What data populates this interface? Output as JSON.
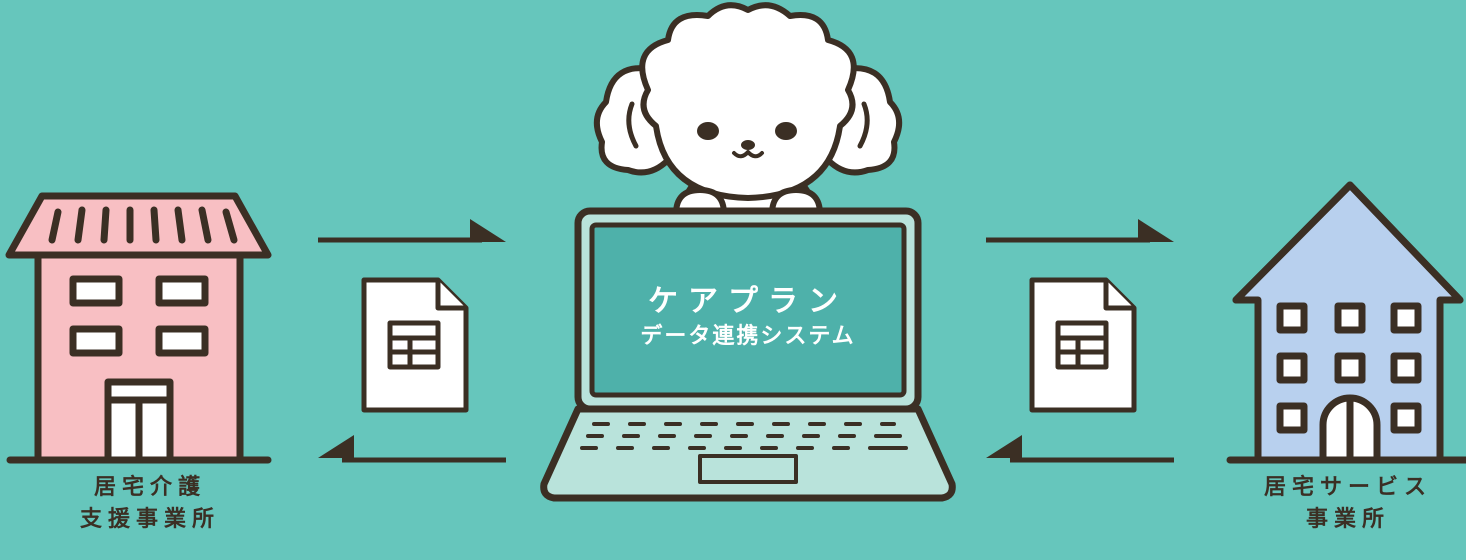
{
  "system": {
    "title_line1": "ケアプラン",
    "title_line2": "データ連携システム"
  },
  "left_office": {
    "label_line1": "居宅介護",
    "label_line2": "支援事業所"
  },
  "right_office": {
    "label_line1": "居宅サービス",
    "label_line2": "事業所"
  },
  "colors": {
    "background": "#66C6BC",
    "outline": "#3B2F24",
    "left_building": "#F8BFC3",
    "right_building": "#B8D0EE",
    "laptop_body": "#B9E3DB",
    "laptop_screen": "#4EB1AA",
    "document": "#FFFFFF"
  }
}
